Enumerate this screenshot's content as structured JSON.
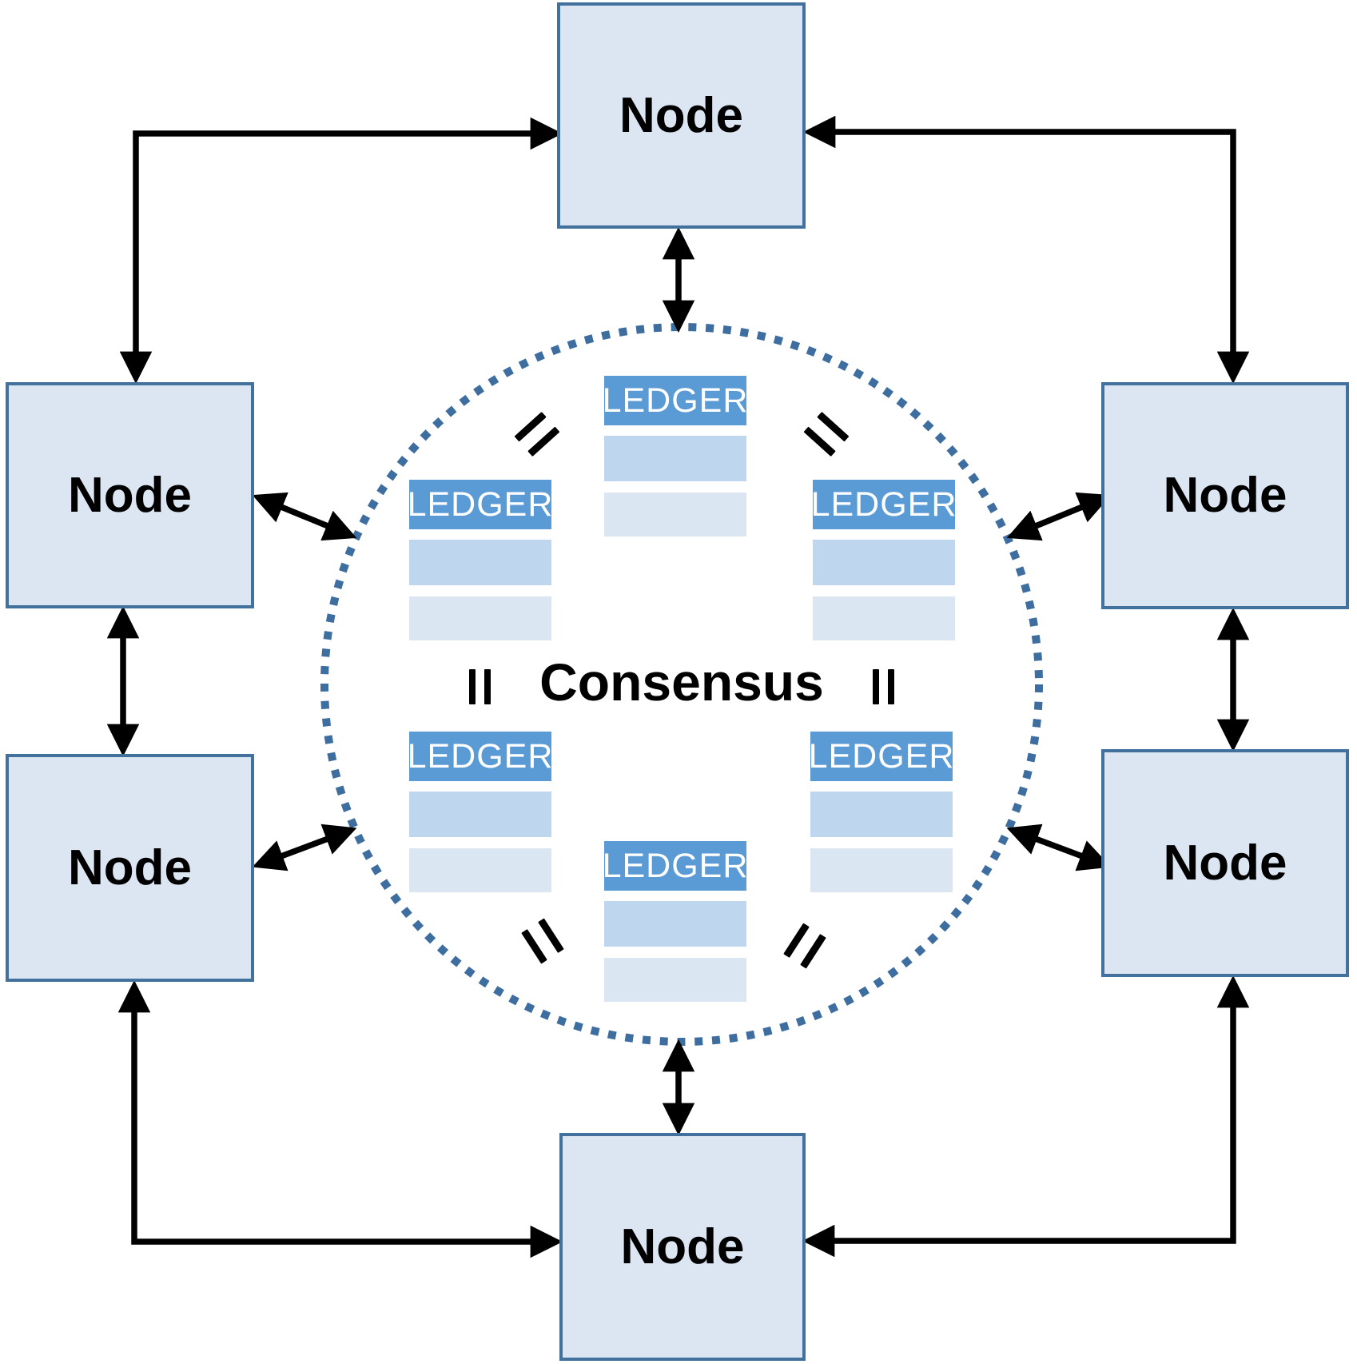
{
  "diagram": {
    "kind": "peer-to-peer distributed ledger consensus network",
    "consensus": {
      "label": "Consensus"
    },
    "nodes": [
      {
        "id": "top",
        "label": "Node"
      },
      {
        "id": "left-upper",
        "label": "Node"
      },
      {
        "id": "right-upper",
        "label": "Node"
      },
      {
        "id": "left-lower",
        "label": "Node"
      },
      {
        "id": "right-lower",
        "label": "Node"
      },
      {
        "id": "bottom",
        "label": "Node"
      }
    ],
    "ledgers": [
      {
        "id": "top-center",
        "label": "LEDGER"
      },
      {
        "id": "upper-left",
        "label": "LEDGER"
      },
      {
        "id": "upper-right",
        "label": "LEDGER"
      },
      {
        "id": "lower-left",
        "label": "LEDGER"
      },
      {
        "id": "lower-right",
        "label": "LEDGER"
      },
      {
        "id": "bottom-center",
        "label": "LEDGER"
      }
    ],
    "symbols": {
      "equality_icon": "=",
      "parallel_equality_icon": "‖"
    },
    "colors": {
      "node_fill": "#dce6f2",
      "node_border": "#41719c",
      "node_text": "#000000",
      "ledger_header_fill": "#5b9bd5",
      "ledger_text": "#ffffff",
      "ledger_row1_fill": "#bed7ee",
      "ledger_row2_fill": "#dbe6f3",
      "circle_dot": "#3e6e9f",
      "arrow": "#000000"
    }
  }
}
